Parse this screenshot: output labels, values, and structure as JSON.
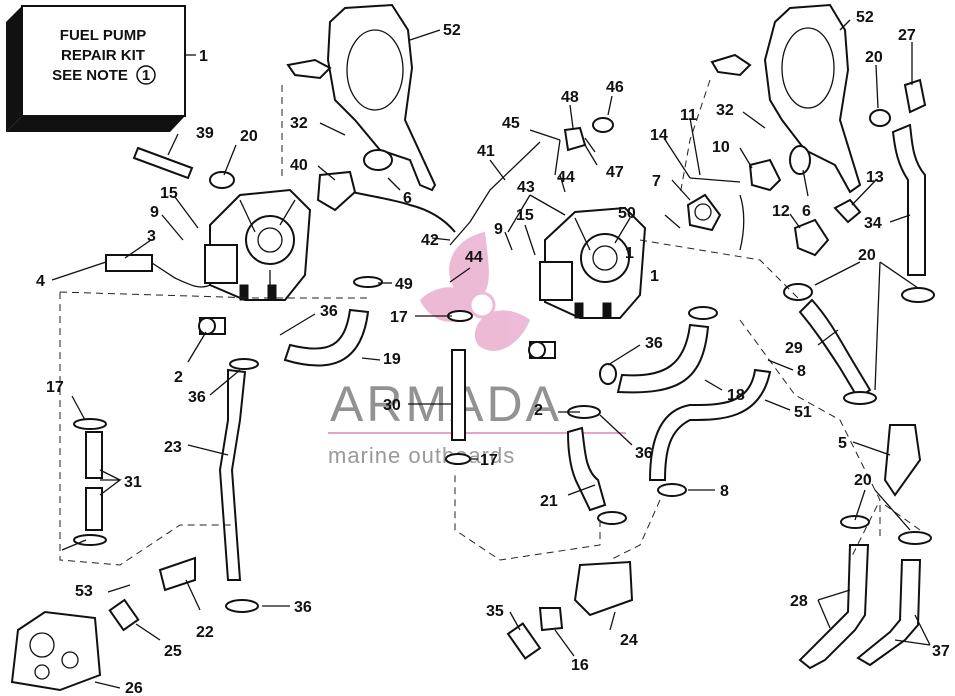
{
  "kit_box": {
    "line1": "FUEL PUMP",
    "line2": "REPAIR KIT",
    "line3": "SEE NOTE",
    "note_number": "1"
  },
  "watermark": {
    "brand": "ARMADA",
    "tagline": "marine outboards",
    "accent_color": "#e7a3c9"
  },
  "callouts": [
    "1",
    "52",
    "39",
    "20",
    "32",
    "40",
    "6",
    "15",
    "9",
    "3",
    "4",
    "49",
    "36",
    "2",
    "19",
    "17",
    "30",
    "23",
    "31",
    "53",
    "22",
    "25",
    "26",
    "36",
    "48",
    "46",
    "45",
    "41",
    "43",
    "44",
    "47",
    "15",
    "9",
    "50",
    "42",
    "44",
    "1",
    "17",
    "36",
    "18",
    "2",
    "36",
    "17",
    "21",
    "8",
    "51",
    "24",
    "35",
    "16",
    "52",
    "27",
    "20",
    "32",
    "11",
    "14",
    "10",
    "7",
    "6",
    "12",
    "13",
    "34",
    "20",
    "29",
    "8",
    "5",
    "20",
    "28",
    "37",
    "36",
    "1"
  ]
}
